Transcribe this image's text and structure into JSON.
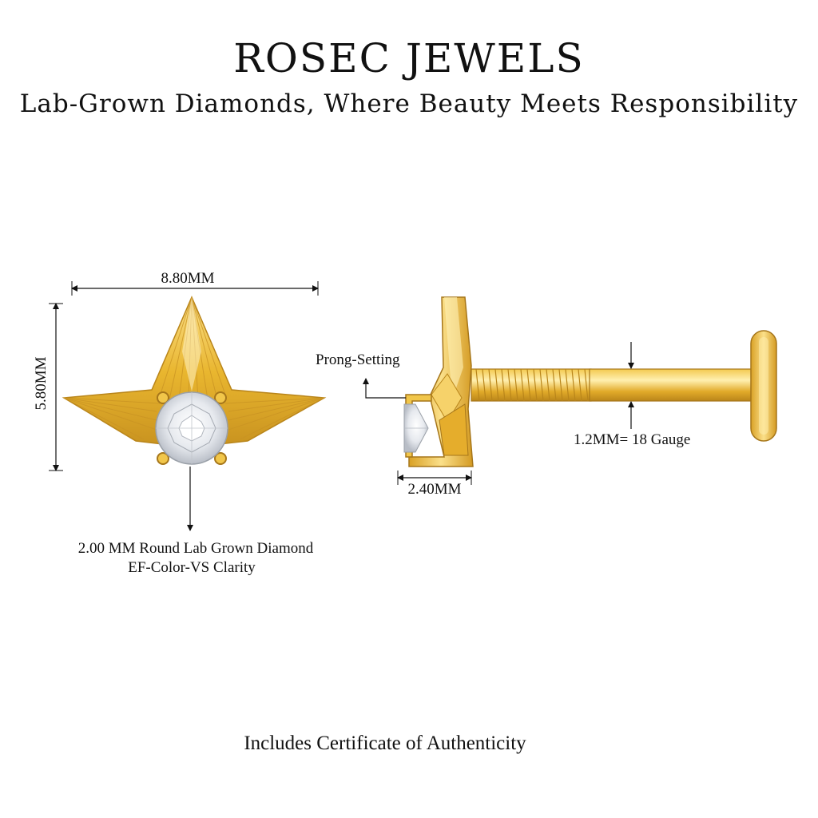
{
  "header": {
    "brand": "ROSEC JEWELS",
    "tagline": "Lab-Grown Diamonds, Where Beauty Meets Responsibility"
  },
  "front_view": {
    "width_label": "8.80MM",
    "height_label": "5.80MM",
    "stone_line1": "2.00 MM Round Lab Grown Diamond",
    "stone_line2": "EF-Color-VS Clarity"
  },
  "side_view": {
    "setting_label": "Prong-Setting",
    "stone_width_label": "2.40MM",
    "gauge_label": "1.2MM= 18 Gauge"
  },
  "footer": {
    "certificate": "Includes Certificate of Authenticity"
  },
  "colors": {
    "gold_light": "#f7d774",
    "gold_mid": "#e9b62f",
    "gold_dark": "#b9851a",
    "text": "#111111"
  }
}
